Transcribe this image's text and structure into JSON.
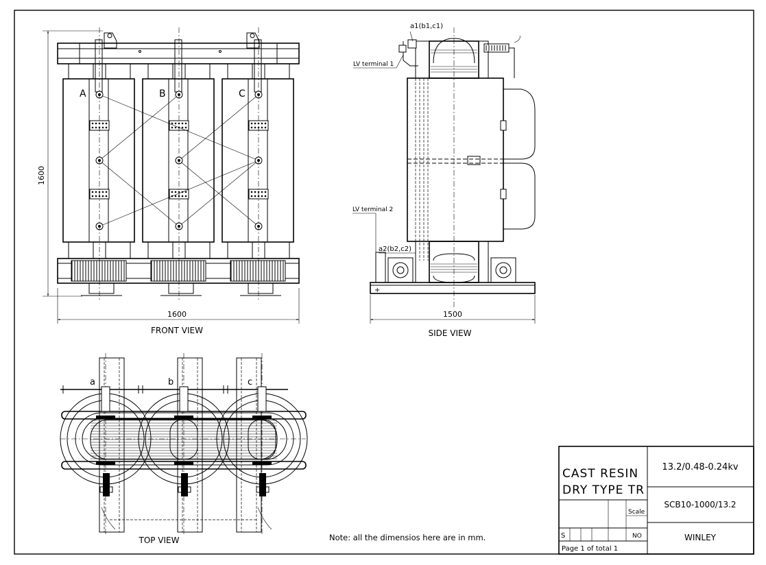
{
  "views": {
    "front": {
      "label": "FRONT VIEW",
      "width_dim": "1600",
      "height_dim": "1600",
      "phase_labels": [
        "A",
        "B",
        "C"
      ]
    },
    "side": {
      "label": "SIDE VIEW",
      "width_dim": "1500",
      "hv_terminal_top": "a1(b1,c1)",
      "hv_terminal_bottom": "a2(b2,c2)",
      "lv_terminal_1": "LV terminal 1",
      "lv_terminal_2": "LV terminal 2"
    },
    "top": {
      "label": "TOP VIEW",
      "phase_labels": [
        "a",
        "b",
        "c"
      ]
    }
  },
  "note": "Note: all the dimensios here are in mm.",
  "title_block": {
    "title_line1": "CAST RESIN",
    "title_line2": "DRY TYPE TR",
    "voltage": "13.2/0.48-0.24kv",
    "model": "SCB10-1000/13.2",
    "company": "WINLEY",
    "scale_label": "Scale",
    "scale_value": "NO",
    "stage": "S",
    "page_info": "Page 1 of total 1"
  }
}
